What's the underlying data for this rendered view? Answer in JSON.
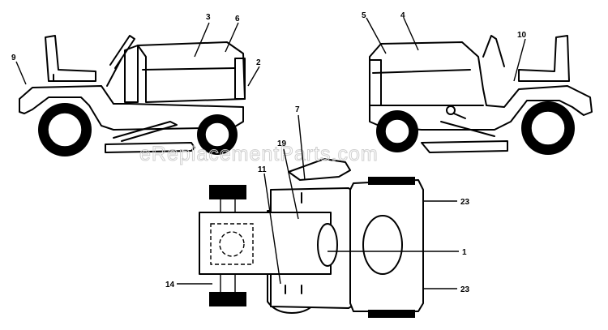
{
  "watermark": "eReplacementParts.com",
  "callouts": {
    "c1": "1",
    "c3": "3",
    "c4": "4",
    "c5": "5",
    "c6": "6",
    "c2": "2",
    "c7": "7",
    "c9": "9",
    "c10": "10",
    "c11": "11",
    "c14": "14",
    "c19": "19",
    "c23a": "23",
    "c23b": "23"
  }
}
